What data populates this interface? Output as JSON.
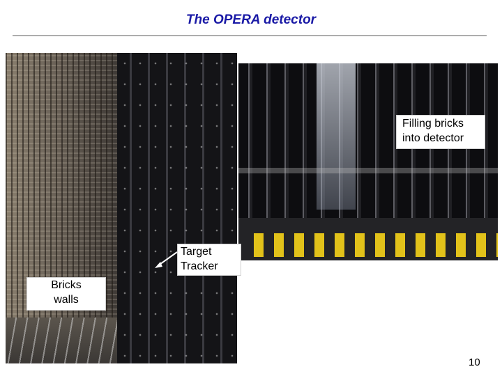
{
  "header": {
    "title": "The OPERA detector"
  },
  "photos": {
    "left": {
      "subject": "Bricks walls and Target Tracker inside OPERA detector"
    },
    "right": {
      "subject": "Filling bricks into detector"
    }
  },
  "callouts": {
    "filling": [
      "Filling bricks",
      "into detector"
    ],
    "target": [
      "Target",
      "Tracker"
    ],
    "bricks": [
      "Bricks",
      "walls"
    ]
  },
  "colors": {
    "title": "#1a1aa6",
    "rule": "#555555",
    "yellow_bars": "#e2c21a"
  },
  "footer": {
    "page_number": "10"
  }
}
